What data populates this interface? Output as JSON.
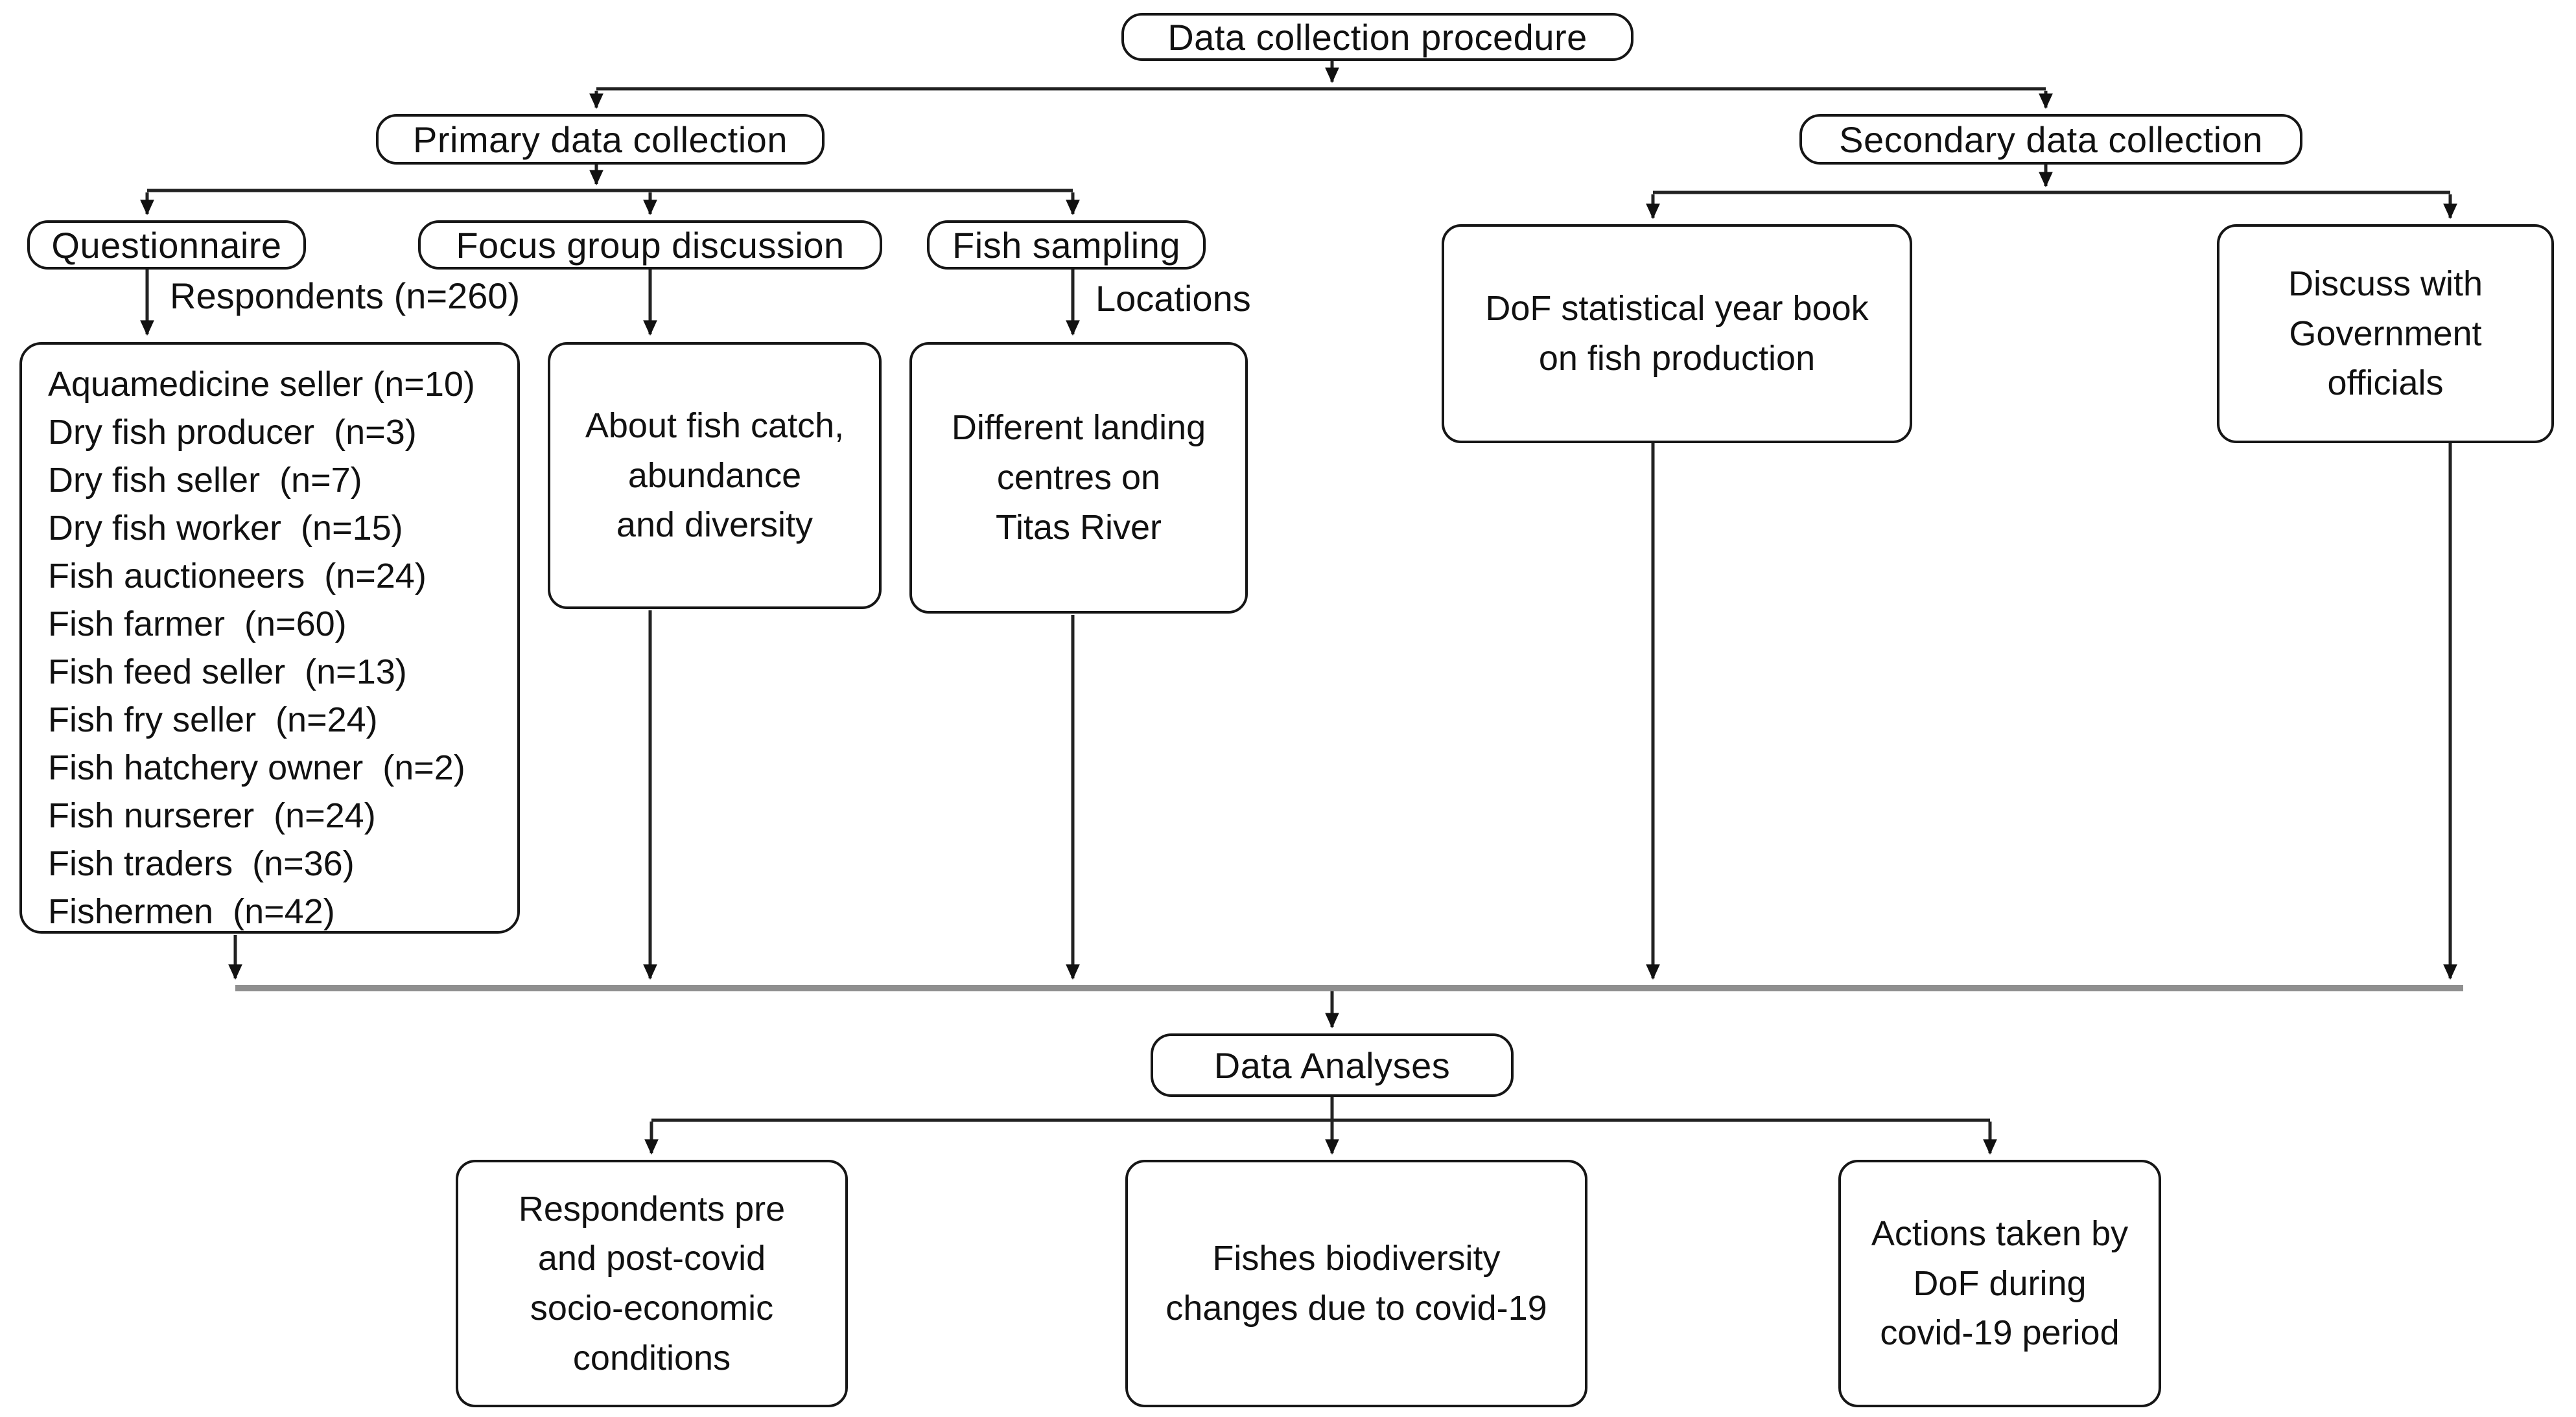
{
  "diagram": {
    "title": "Data collection procedure",
    "primary": {
      "label": "Primary data collection",
      "questionnaire": {
        "label": "Questionnaire",
        "edge_label": "Respondents (n=260)",
        "respondents": [
          "Aquamedicine seller (n=10)",
          "Dry fish producer  (n=3)",
          "Dry fish seller  (n=7)",
          "Dry fish worker  (n=15)",
          "Fish auctioneers  (n=24)",
          "Fish farmer  (n=60)",
          "Fish feed seller  (n=13)",
          "Fish fry seller  (n=24)",
          "Fish hatchery owner  (n=2)",
          "Fish nurserer  (n=24)",
          "Fish traders  (n=36)",
          "Fishermen  (n=42)"
        ]
      },
      "focus_group": {
        "label": "Focus group discussion",
        "detail": "About fish catch,\nabundance\nand diversity"
      },
      "fish_sampling": {
        "label": "Fish sampling",
        "edge_label": "Locations",
        "detail": "Different landing\ncentres on\nTitas River"
      }
    },
    "secondary": {
      "label": "Secondary data collection",
      "yearbook": {
        "detail": "DoF statistical year book\non fish production"
      },
      "officials": {
        "detail": "Discuss with\nGovernment\nofficials"
      }
    },
    "analysis": {
      "label": "Data Analyses",
      "outputs": [
        {
          "detail": "Respondents pre\nand post-covid\nsocio-economic\nconditions"
        },
        {
          "detail": "Fishes biodiversity\nchanges due to covid-19"
        },
        {
          "detail": "Actions taken by\nDoF during\ncovid-19 period"
        }
      ]
    }
  }
}
